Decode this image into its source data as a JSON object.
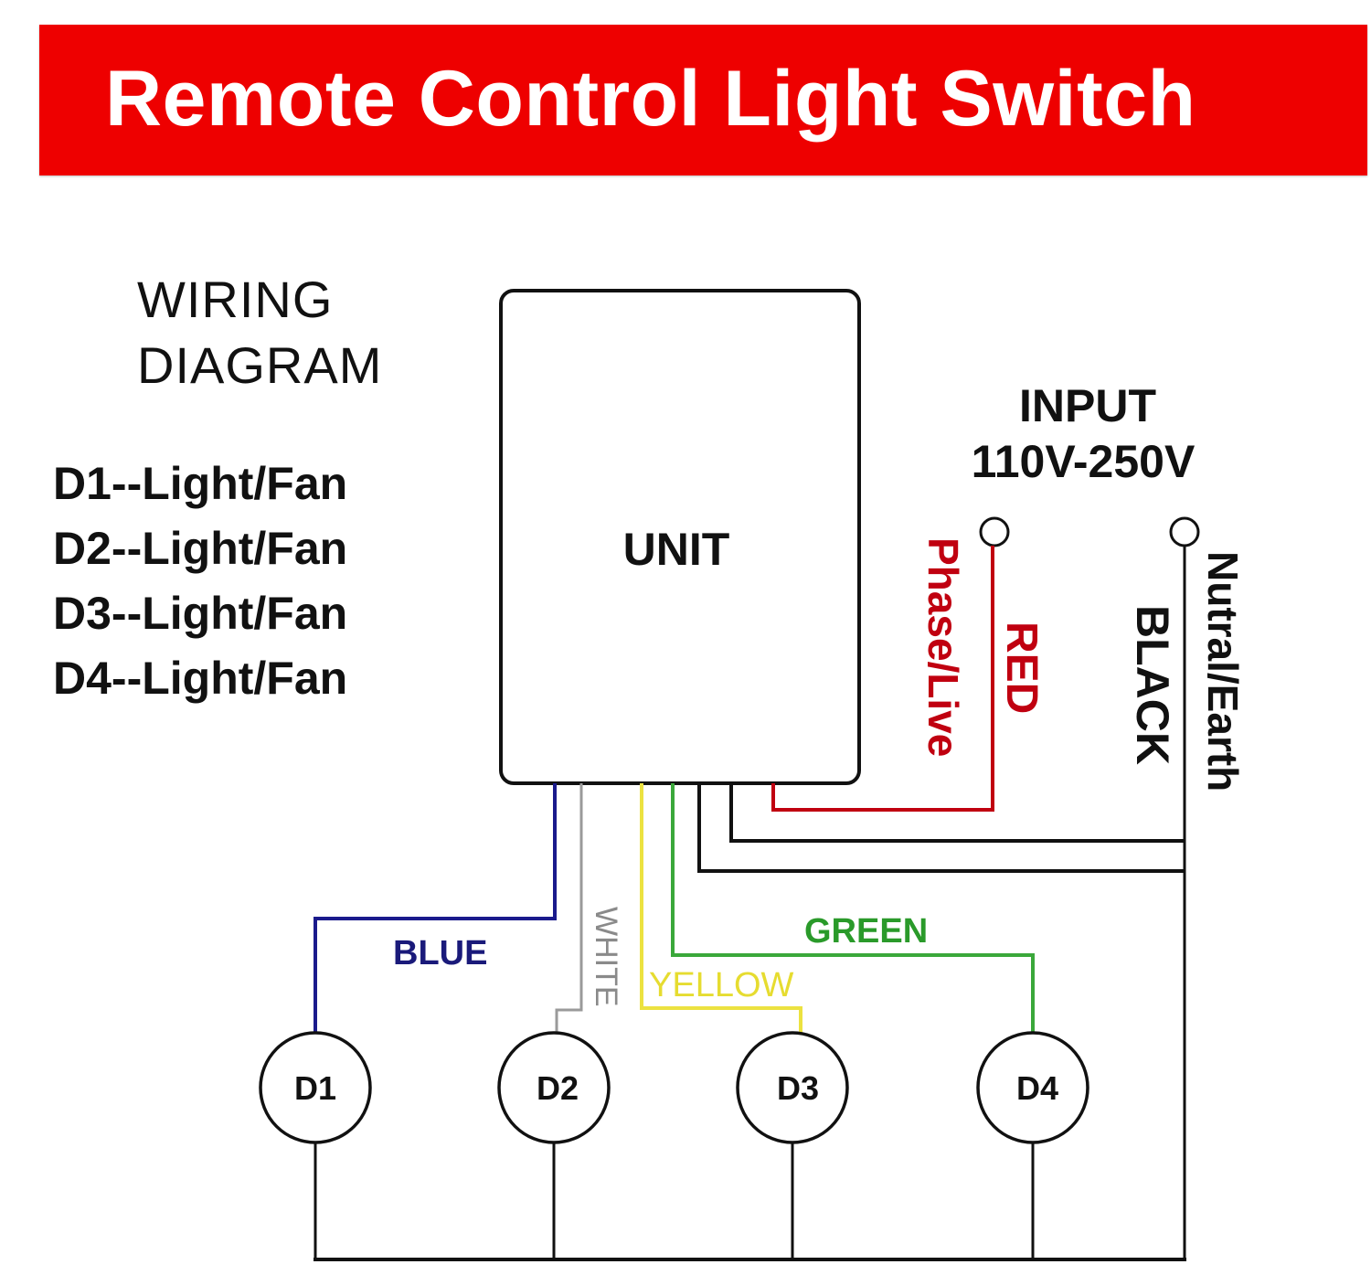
{
  "header": {
    "title": "Remote Control Light Switch",
    "background_color": "#ee0000",
    "text_color": "#ffffff"
  },
  "diagram_title": {
    "line1": "WIRING",
    "line2": "DIAGRAM"
  },
  "legend": [
    "D1--Light/Fan",
    "D2--Light/Fan",
    "D3--Light/Fan",
    "D4--Light/Fan"
  ],
  "unit": {
    "label": "UNIT"
  },
  "input": {
    "label": "INPUT",
    "voltage": "110V-250V"
  },
  "supply_wires": [
    {
      "id": "live",
      "color_name": "RED",
      "function": "Phase/Live",
      "color": "#c00010"
    },
    {
      "id": "neutral",
      "color_name": "BLACK",
      "function": "Nutral/Earth",
      "color": "#111111"
    }
  ],
  "output_wires": [
    {
      "id": "blue",
      "label": "BLUE",
      "color": "#1a1a8c",
      "text_color": "#1a1a7a",
      "to": "D1"
    },
    {
      "id": "white",
      "label": "WHITE",
      "color": "#999999",
      "text_color": "#8a8a8a",
      "to": "D2"
    },
    {
      "id": "yellow",
      "label": "YELLOW",
      "color": "#ece240",
      "text_color": "#e6dc30",
      "to": "D3"
    },
    {
      "id": "green",
      "label": "GREEN",
      "color": "#3aa83a",
      "text_color": "#2a9a2a",
      "to": "D4"
    }
  ],
  "loads": [
    {
      "label": "D1"
    },
    {
      "label": "D2"
    },
    {
      "label": "D3"
    },
    {
      "label": "D4"
    }
  ]
}
